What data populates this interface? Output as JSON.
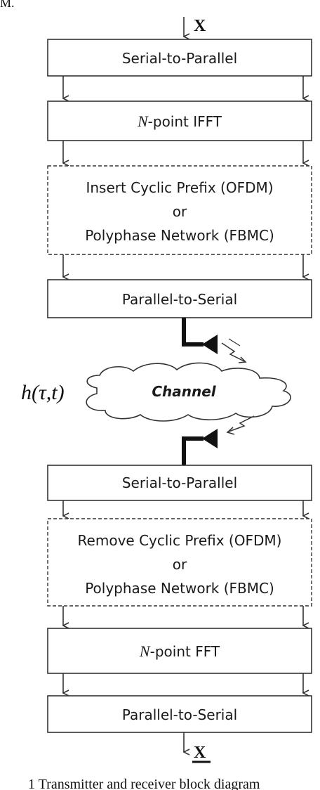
{
  "caption_top_fragment": "M.",
  "input_symbol": "X",
  "output_symbol": "X",
  "blocks": {
    "tx_s2p": "Serial-to-Parallel",
    "ifft_var": "N",
    "ifft_rest": "-point IFFT",
    "insert_line1": "Insert Cyclic Prefix (OFDM)",
    "insert_line2": "or",
    "insert_line3": "Polyphase Network (FBMC)",
    "tx_p2s": "Parallel-to-Serial",
    "rx_s2p": "Serial-to-Parallel",
    "remove_line1": "Remove  Cyclic Prefix (OFDM)",
    "remove_line2": "or",
    "remove_line3": "Polyphase Network (FBMC)",
    "fft_var": "N",
    "fft_rest": "-point FFT",
    "rx_p2s": "Parallel-to-Serial"
  },
  "channel": {
    "label": "Channel",
    "response": "h(τ,t)"
  },
  "caption_bottom_fragment": "1 Transmitter and receiver block diagram"
}
